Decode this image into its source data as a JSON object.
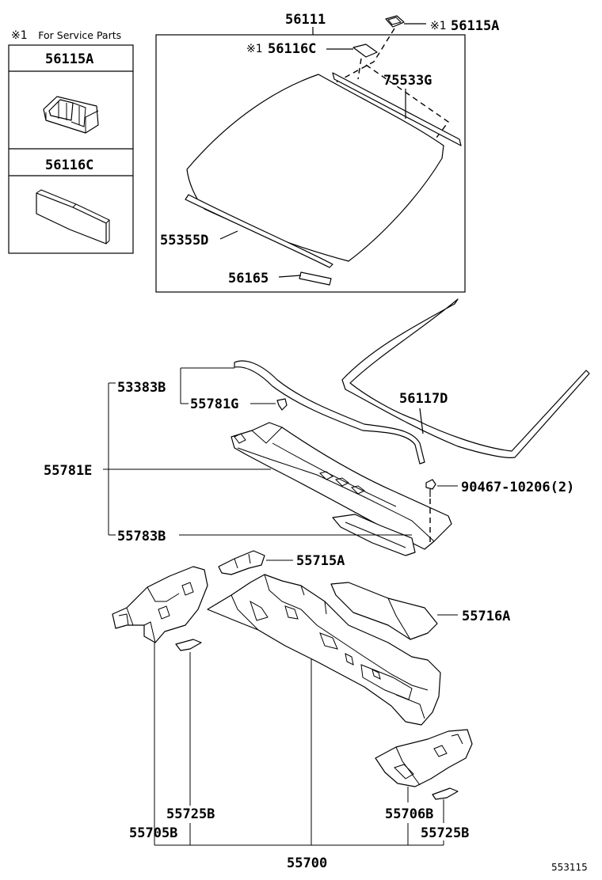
{
  "service_note": {
    "mark": "※1",
    "text": "For Service Parts"
  },
  "service_box": {
    "items": [
      {
        "part": "56115A"
      },
      {
        "part": "56116C"
      }
    ]
  },
  "labels": {
    "p56111": "56111",
    "p56115A": "56115A",
    "p56116C": "56116C",
    "p75533G": "75533G",
    "p55355D": "55355D",
    "p56165": "56165",
    "p56117D": "56117D",
    "p53383B": "53383B",
    "p55781G": "55781G",
    "p55781E": "55781E",
    "p90467": "90467-10206(2)",
    "p55783B": "55783B",
    "p55715A": "55715A",
    "p55716A": "55716A",
    "p55725B_left": "55725B",
    "p55705B": "55705B",
    "p55706B": "55706B",
    "p55725B_right": "55725B",
    "p55700": "55700"
  },
  "marks": {
    "m56115A": "※1",
    "m56116C": "※1"
  },
  "diagram_ref": "553115"
}
